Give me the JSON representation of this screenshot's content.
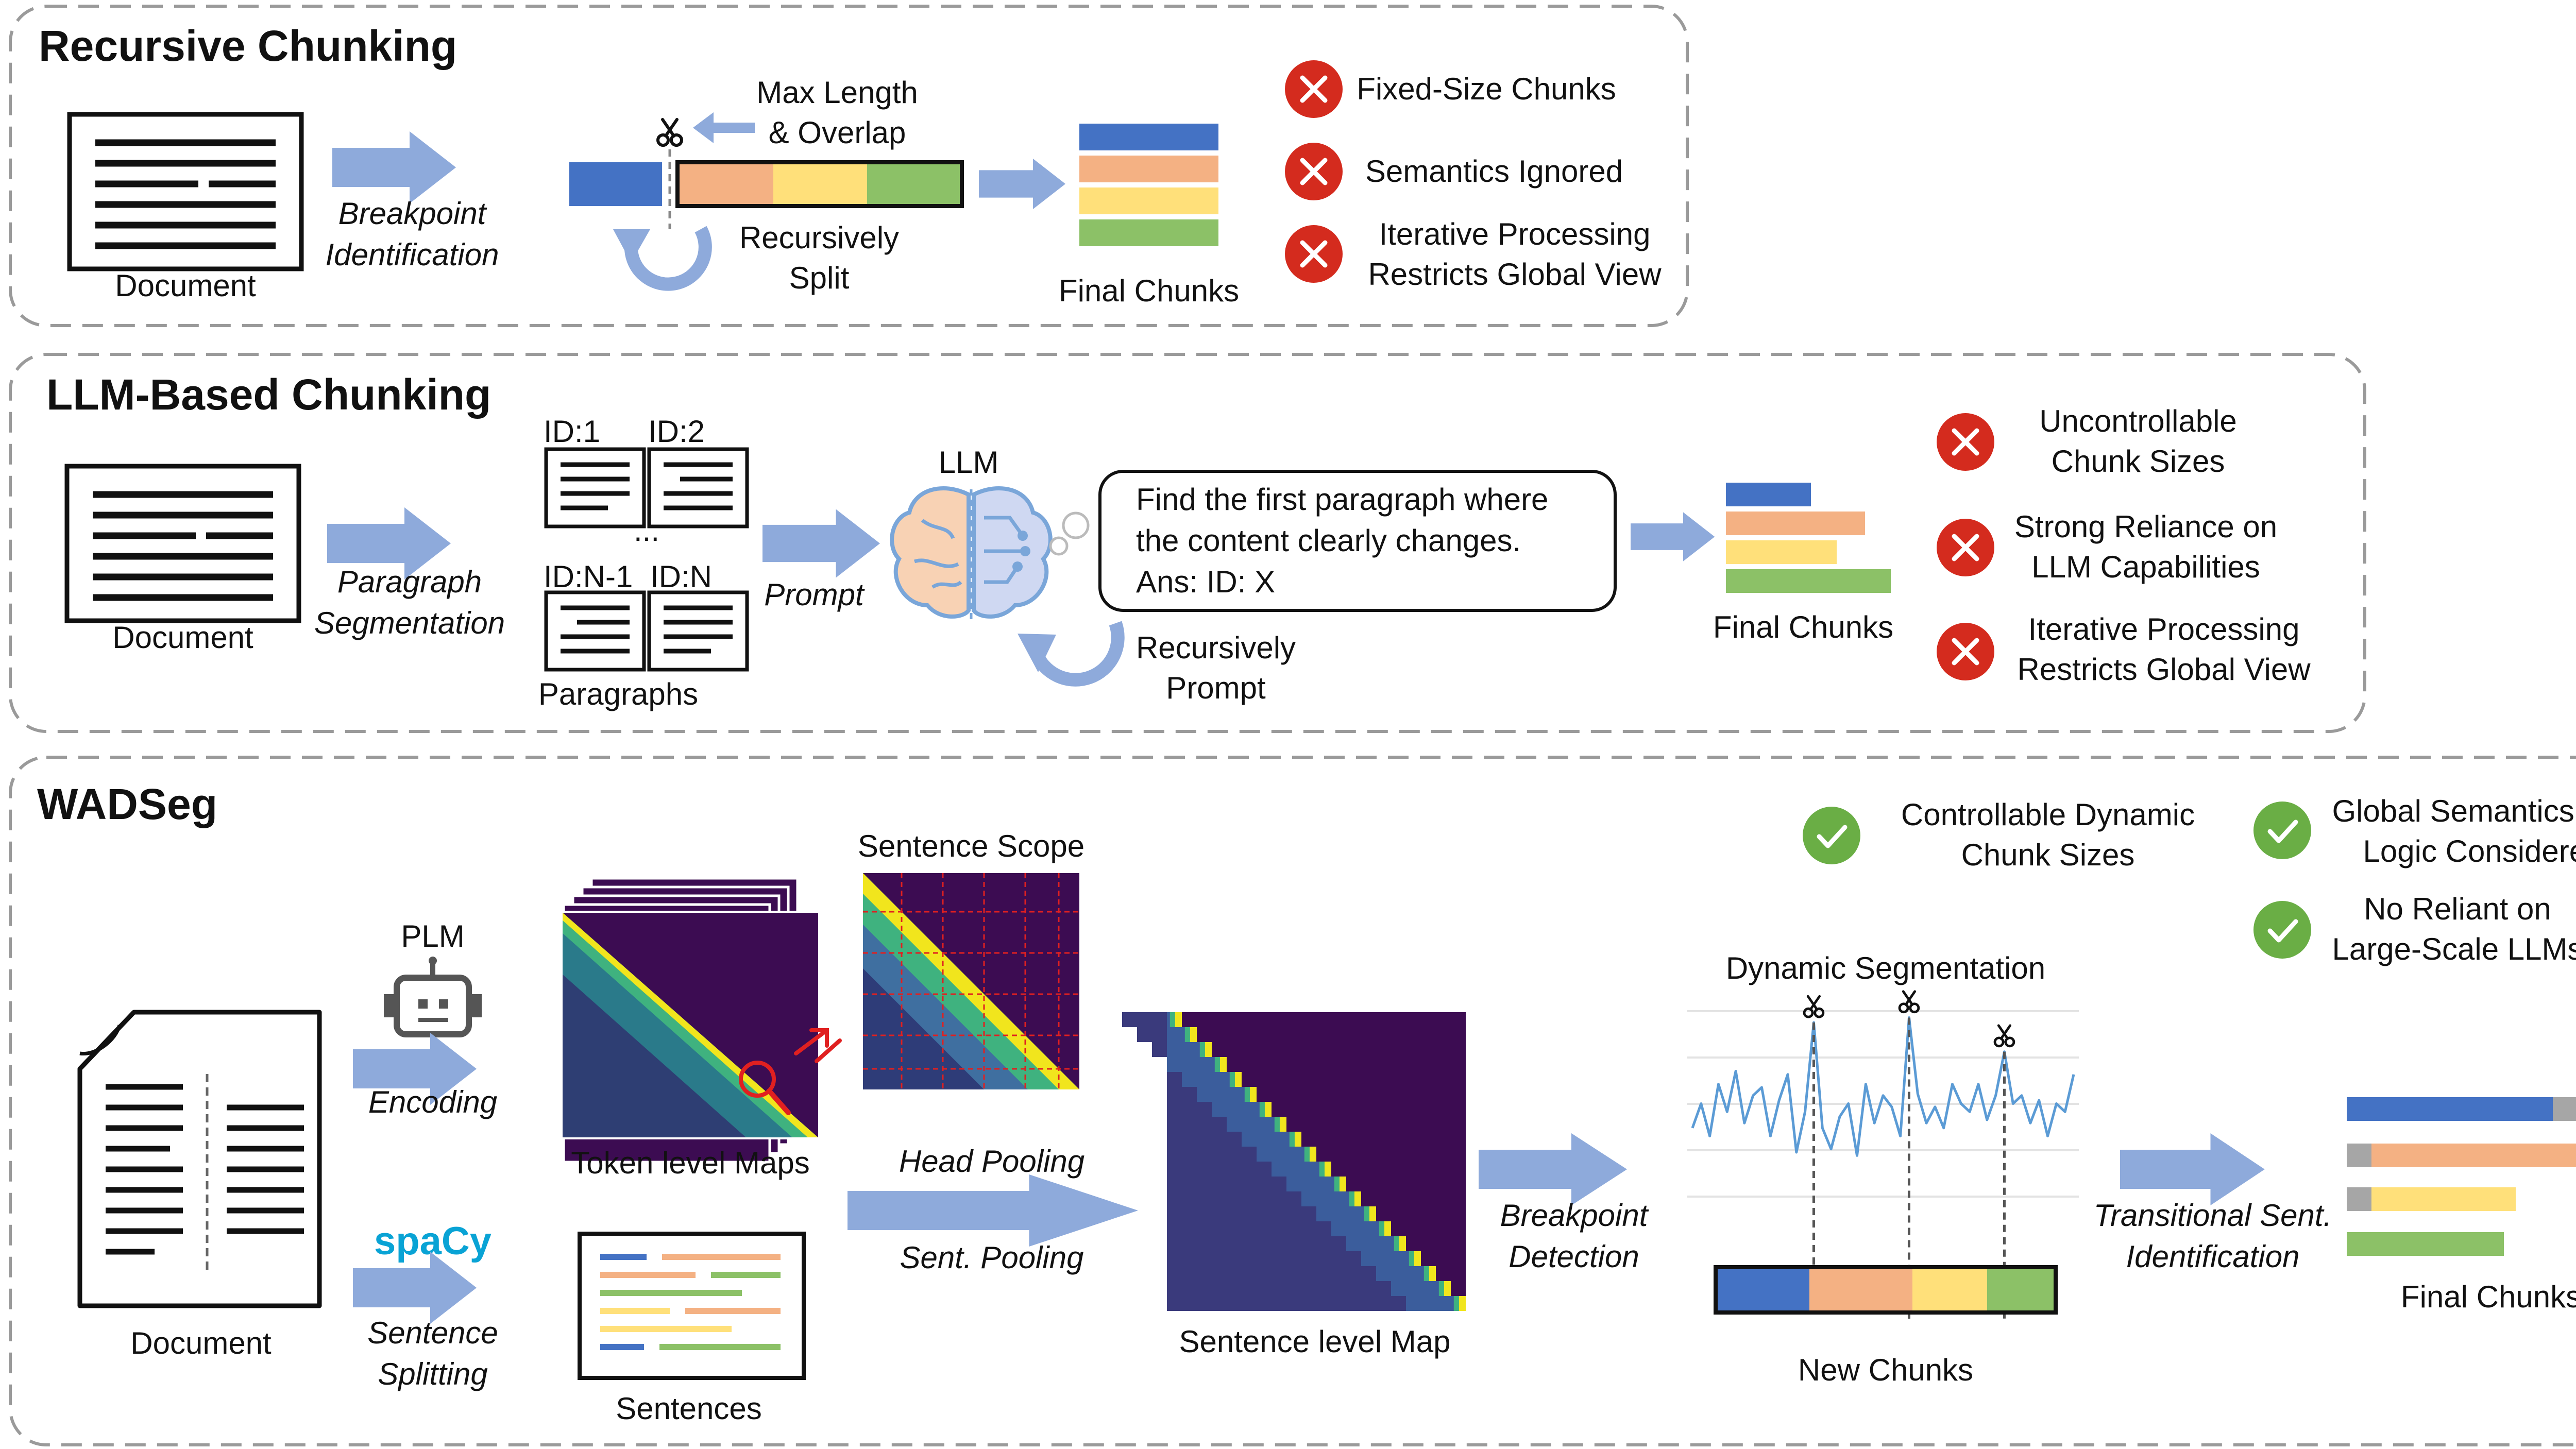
{
  "colors": {
    "arrow": "#8eaadb",
    "blue": "#4472c4",
    "orange": "#f4b183",
    "yellow": "#ffe07a",
    "green": "#8cc167",
    "gray": "#a6a6a6",
    "cross": "#d42b1e",
    "check": "#6aae45",
    "spacy": "#09a3d5",
    "heatmap_bg": "#3c0c52",
    "heatmap_diag": "#f1e51d",
    "panel_border": "#9a9a9a"
  },
  "panels": {
    "recursive": {
      "title": "Recursive Chunking",
      "document": "Document",
      "step1": [
        "Breakpoint",
        "Identification"
      ],
      "max_length": [
        "Max Length",
        "& Overlap"
      ],
      "split": [
        "Recursively",
        "Split"
      ],
      "final": "Final Chunks",
      "cons": [
        [
          "Fixed-Size Chunks"
        ],
        [
          "Semantics Ignored"
        ],
        [
          "Iterative Processing",
          "Restricts Global View"
        ]
      ]
    },
    "llm": {
      "title": "LLM-Based Chunking",
      "document": "Document",
      "step1": [
        "Paragraph",
        "Segmentation"
      ],
      "para_ids": [
        "ID:1",
        "ID:2",
        "ID:N-1",
        "ID:N"
      ],
      "ellipsis": "...",
      "paragraphs": "Paragraphs",
      "prompt": "Prompt",
      "llm": "LLM",
      "prompt_box": [
        "Find the first paragraph where",
        "the content clearly changes.",
        "Ans: ID: X"
      ],
      "recursive": [
        "Recursively",
        "Prompt"
      ],
      "final": "Final Chunks",
      "cons": [
        [
          "Uncontrollable",
          "Chunk Sizes"
        ],
        [
          "Strong Reliance on",
          "LLM Capabilities"
        ],
        [
          "Iterative Processing",
          "Restricts Global View"
        ]
      ]
    },
    "wadseg": {
      "title": "WADSeg",
      "document": "Document",
      "plm": "PLM",
      "encoding": "Encoding",
      "spacy": "spaCy",
      "sentence_splitting": [
        "Sentence",
        "Splitting"
      ],
      "token_maps": "Token level Maps",
      "sentence_scope": "Sentence Scope",
      "sentences": "Sentences",
      "head_pooling": "Head Pooling",
      "sent_pooling": "Sent.  Pooling",
      "sentence_map": "Sentence level Map",
      "breakpoint": [
        "Breakpoint",
        "Detection"
      ],
      "dynamic": "Dynamic  Segmentation",
      "new_chunks": "New Chunks",
      "transitional": [
        "Transitional Sent.",
        "Identification"
      ],
      "final": "Final Chunks",
      "pros": [
        [
          "Controllable Dynamic",
          "Chunk Sizes"
        ],
        [
          "Global Semantics and",
          "Logic Considered"
        ],
        [
          "No Reliant on",
          "Large-Scale LLMs"
        ]
      ],
      "signal": [
        0.35,
        0.5,
        0.3,
        0.62,
        0.45,
        0.7,
        0.38,
        0.55,
        0.6,
        0.3,
        0.52,
        0.68,
        0.2,
        0.45,
        1.0,
        0.35,
        0.22,
        0.42,
        0.5,
        0.18,
        0.62,
        0.38,
        0.55,
        0.48,
        0.3,
        1.03,
        0.56,
        0.38,
        0.48,
        0.35,
        0.62,
        0.5,
        0.45,
        0.62,
        0.4,
        0.55,
        0.82,
        0.5,
        0.55,
        0.38,
        0.52,
        0.3,
        0.5,
        0.45,
        0.68
      ],
      "signal_peaks": [
        14,
        25,
        36
      ]
    }
  }
}
